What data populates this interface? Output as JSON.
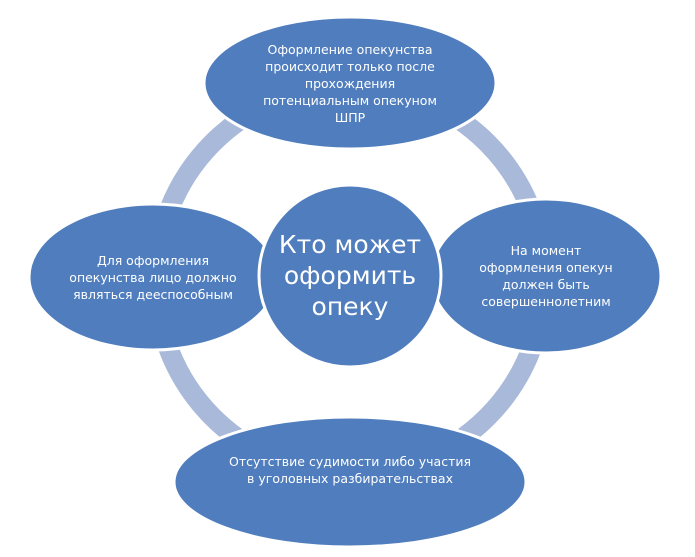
{
  "colors": {
    "node_fill": "#4F7DBD",
    "node_border": "#FFFFFF",
    "ring": "#A9B9D9",
    "text": "#FFFFFF",
    "background": "#FFFFFF"
  },
  "center": {
    "label": "Кто может\nоформить\nопеку"
  },
  "nodes": [
    {
      "id": "top",
      "label": "Оформление опекунства\nпроисходит только после\nпрохождения\nпотенциальным опекуном\nШПР"
    },
    {
      "id": "right",
      "label": "На момент\nоформления опекун\nдолжен быть\nсовершеннолетним"
    },
    {
      "id": "bottom",
      "label": "Отсутствие судимости либо участия\nв уголовных разбирательствах"
    },
    {
      "id": "left",
      "label": "Для оформления\nопекунства лицо должно\nявляться дееспособным"
    }
  ]
}
